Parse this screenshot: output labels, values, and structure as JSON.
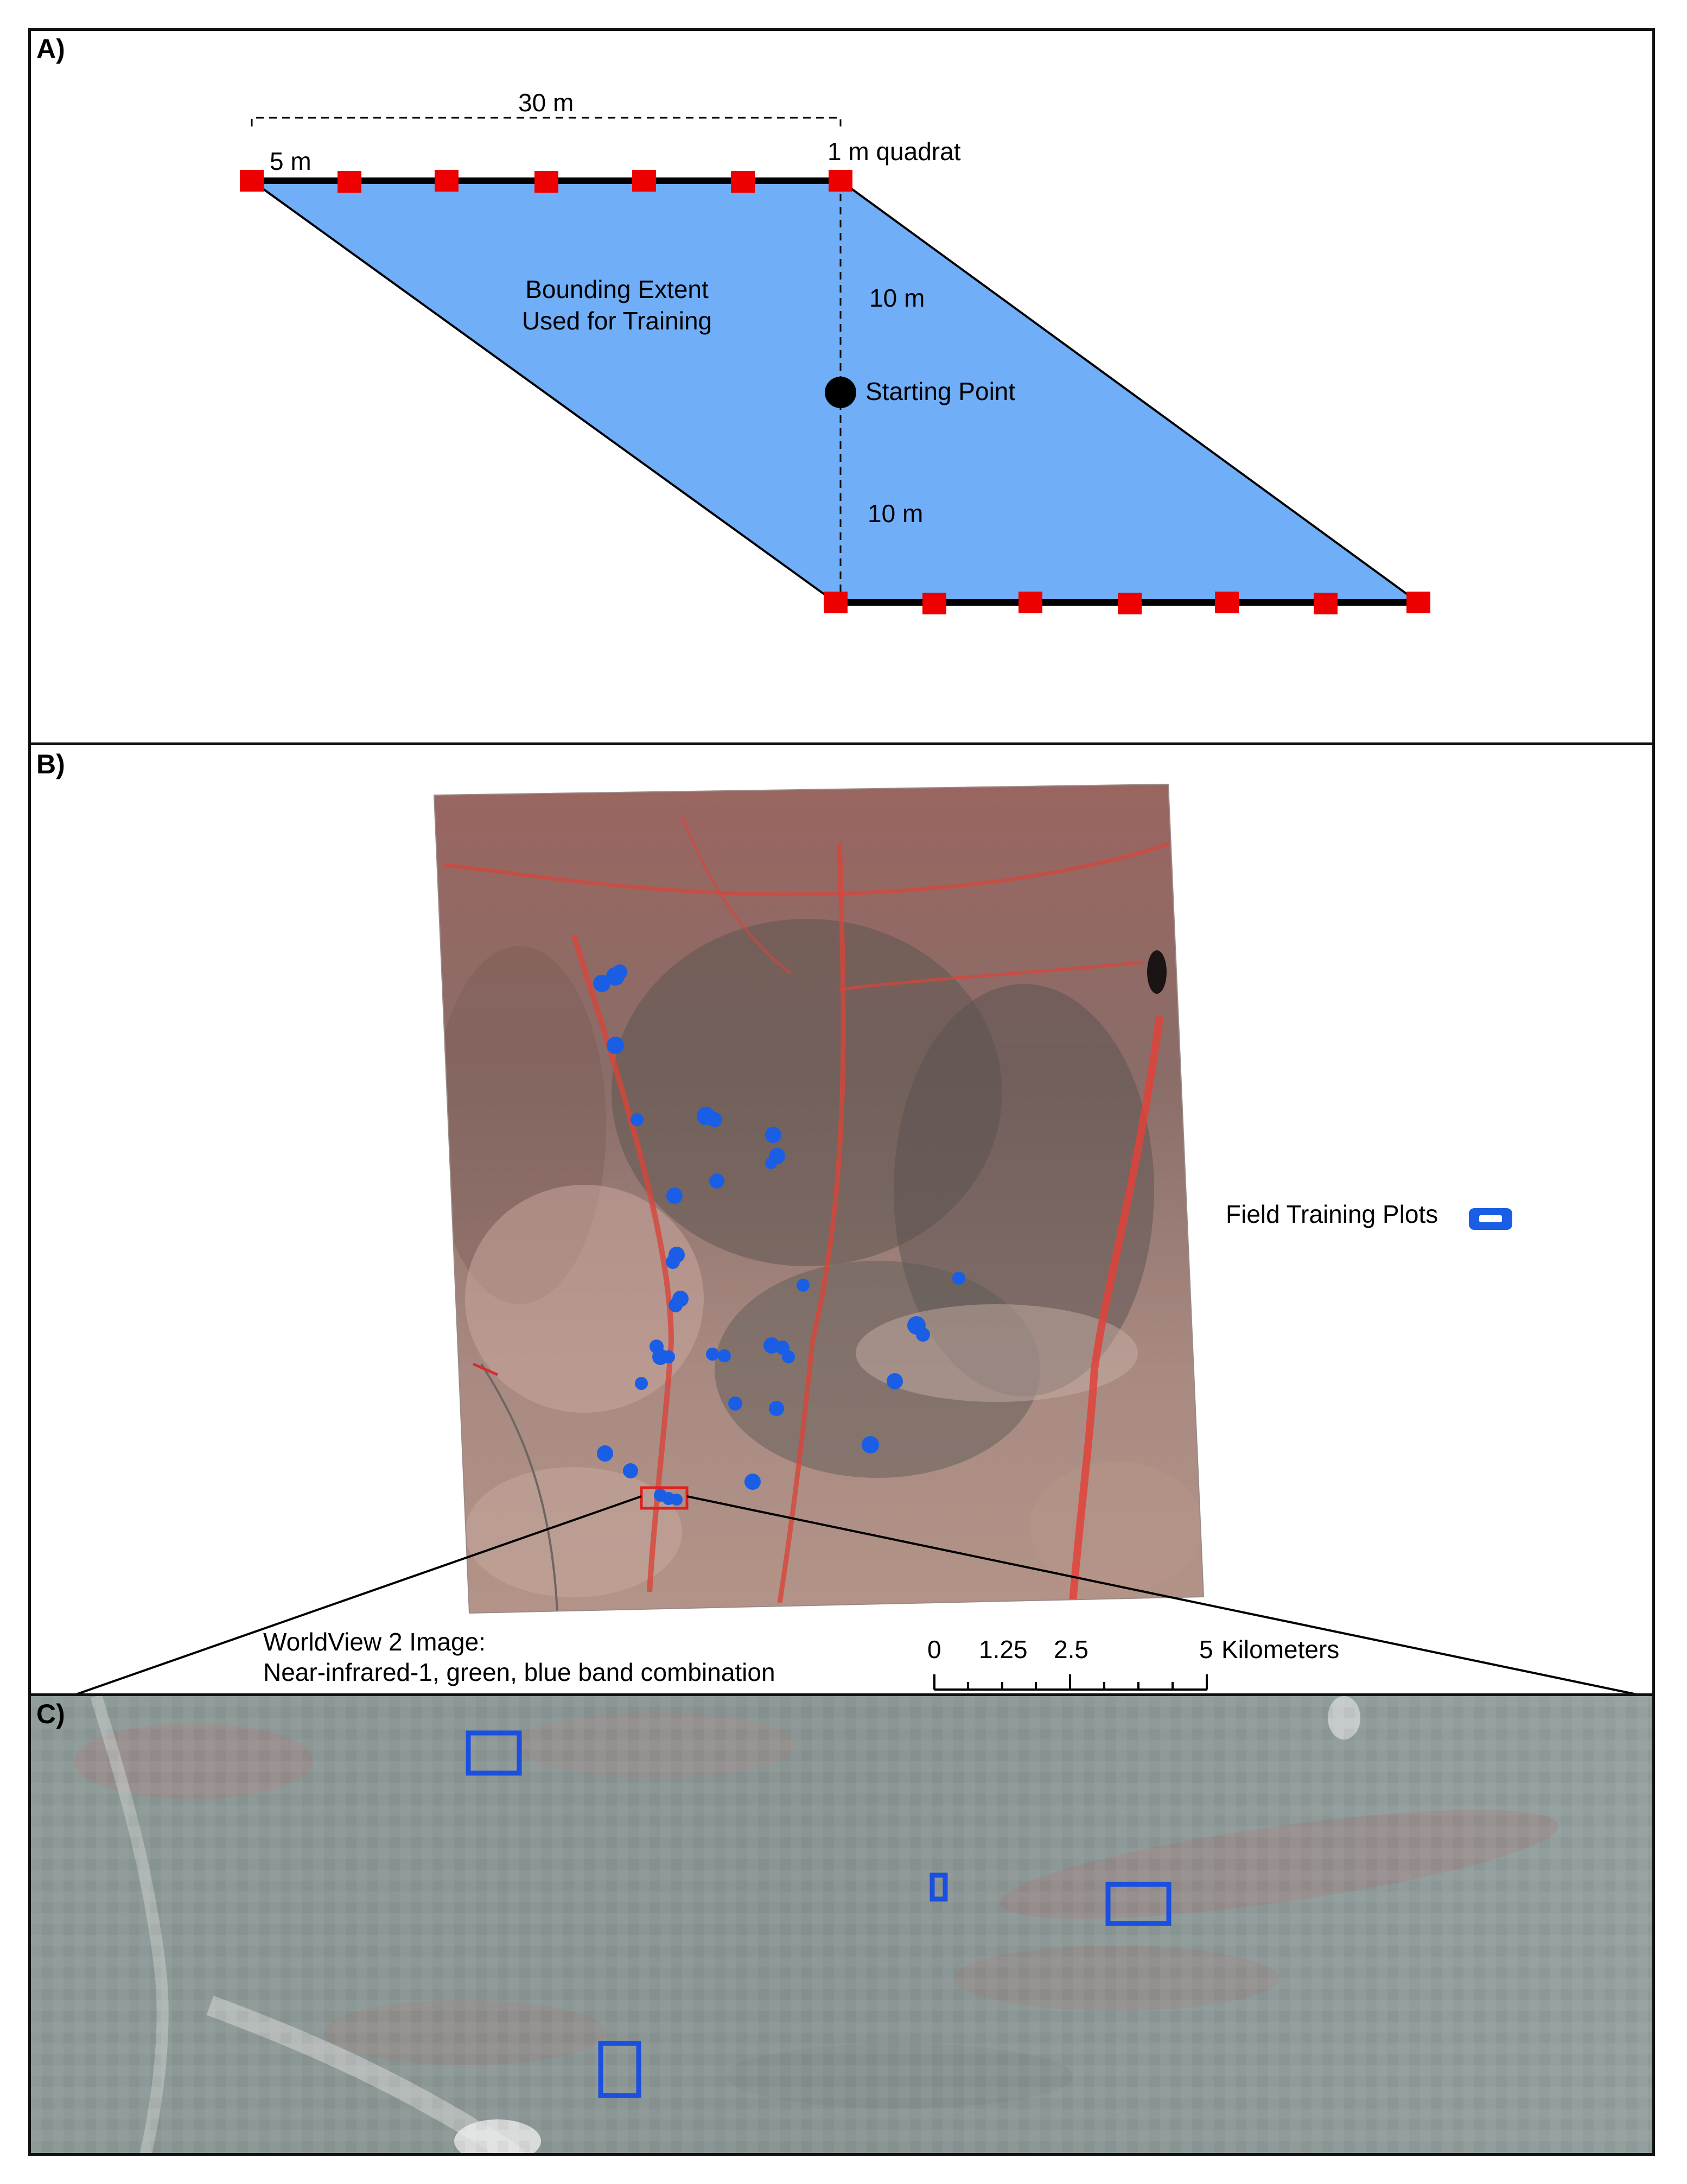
{
  "panel_a": {
    "label": "A)",
    "dim_total": "30 m",
    "dim_spacing": "5 m",
    "quadrat_label": "1 m  quadrat",
    "extent_label_line1": "Bounding Extent",
    "extent_label_line2": "Used for Training",
    "upper_dist": "10 m",
    "start_label": "Starting Point",
    "lower_dist": "10 m",
    "colors": {
      "extent_fill": "#70aef8",
      "quadrat": "#ee0000",
      "line": "#000000"
    }
  },
  "panel_b": {
    "label": "B)",
    "legend_label": "Field Training Plots",
    "image_title_line1": "WorldView 2 Image:",
    "image_title_line2": "Near-infrared-1, green, blue band combination",
    "scale_ticks": [
      "0",
      "1.25",
      "2.5",
      "5"
    ],
    "scale_unit": "Kilometers",
    "colors": {
      "plot": "#1a5ee6",
      "terrain": "#a8706a",
      "drainage": "#e0453a",
      "inset_box": "#e02020"
    }
  },
  "panel_c": {
    "label": "C)",
    "colors": {
      "plot_outline": "#1a4fe0",
      "background": "#8a9796"
    }
  }
}
